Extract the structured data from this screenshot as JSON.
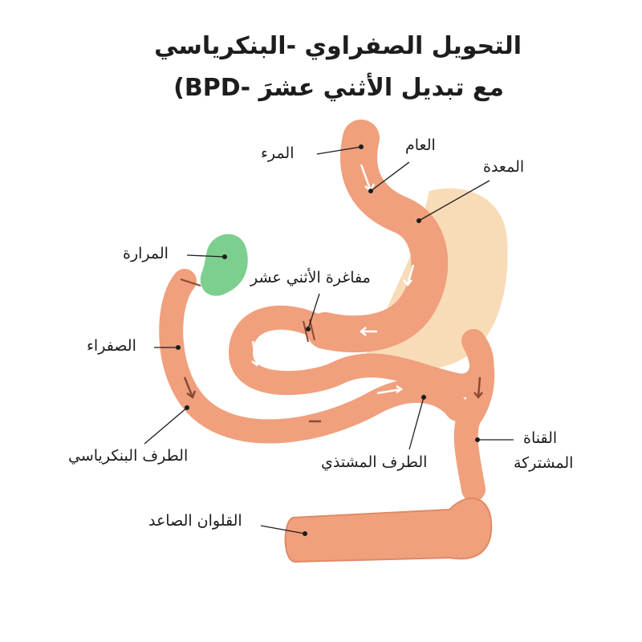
{
  "title": {
    "line1": "التحويل الصفراوي -البنكرياسي",
    "line2": "مع تبديل الأثني عشرَ -BPD)"
  },
  "labels": {
    "esophagus": "المرء",
    "common": "العام",
    "stomach": "المعدة",
    "gallbladder": "المرارة",
    "duodenal_anastomosis": "مفاغرة الأثني عشر",
    "bile_duct": "الصفراء",
    "pancreatic_limb": "الطرف البنكرياسي",
    "alimentary_limb": "الطرف المشتذي",
    "common_channel_line1": "القناة",
    "common_channel_line2": "المشتركة",
    "ascending_colon": "القلوان الصاعد"
  },
  "colors": {
    "intestine": "#f0a07c",
    "intestine_dark": "#df8a66",
    "removed_stomach": "#f8dcb8",
    "gallbladder": "#7ccf8e",
    "text": "#1d1d1d",
    "arrow": "#ffffff",
    "flow_arrow_dark": "#8a4a35"
  }
}
